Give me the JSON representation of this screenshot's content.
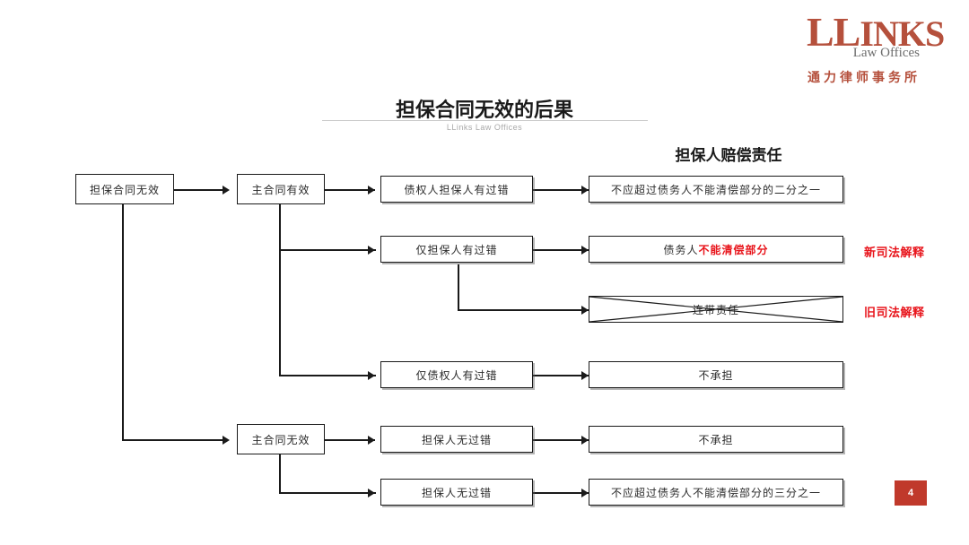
{
  "logo": {
    "main_a": "LL",
    "main_b": "INKS",
    "sub": "Law Offices",
    "cn": "通力律师事务所",
    "brand_color": "#b5503c"
  },
  "title": {
    "heading": "担保合同无效的后果",
    "subheading": "LLinks Law Offices"
  },
  "column_header": "担保人赔偿责任",
  "accent_red": "#e8131a",
  "badge_color": "#c0392b",
  "page_number": "4",
  "nodes": {
    "root": "担保合同无效",
    "main_valid": "主合同有效",
    "main_invalid": "主合同无效",
    "fault_both": "债权人担保人有过错",
    "fault_guarantor_only": "仅担保人有过错",
    "fault_creditor_only": "仅债权人有过错",
    "no_fault_1": "担保人无过错",
    "no_fault_2": "担保人无过错",
    "result_half_pre": "不应超过债务人不能清偿部分的二分之一",
    "result_debtor_pre": "债务人",
    "result_debtor_red": "不能清偿部分",
    "result_joint": "连带责任",
    "result_none_1": "不承担",
    "result_none_2": "不承担",
    "result_third": "不应超过债务人不能清偿部分的三分之一"
  },
  "annotations": {
    "new_interpretation": "新司法解释",
    "old_interpretation": "旧司法解释"
  }
}
